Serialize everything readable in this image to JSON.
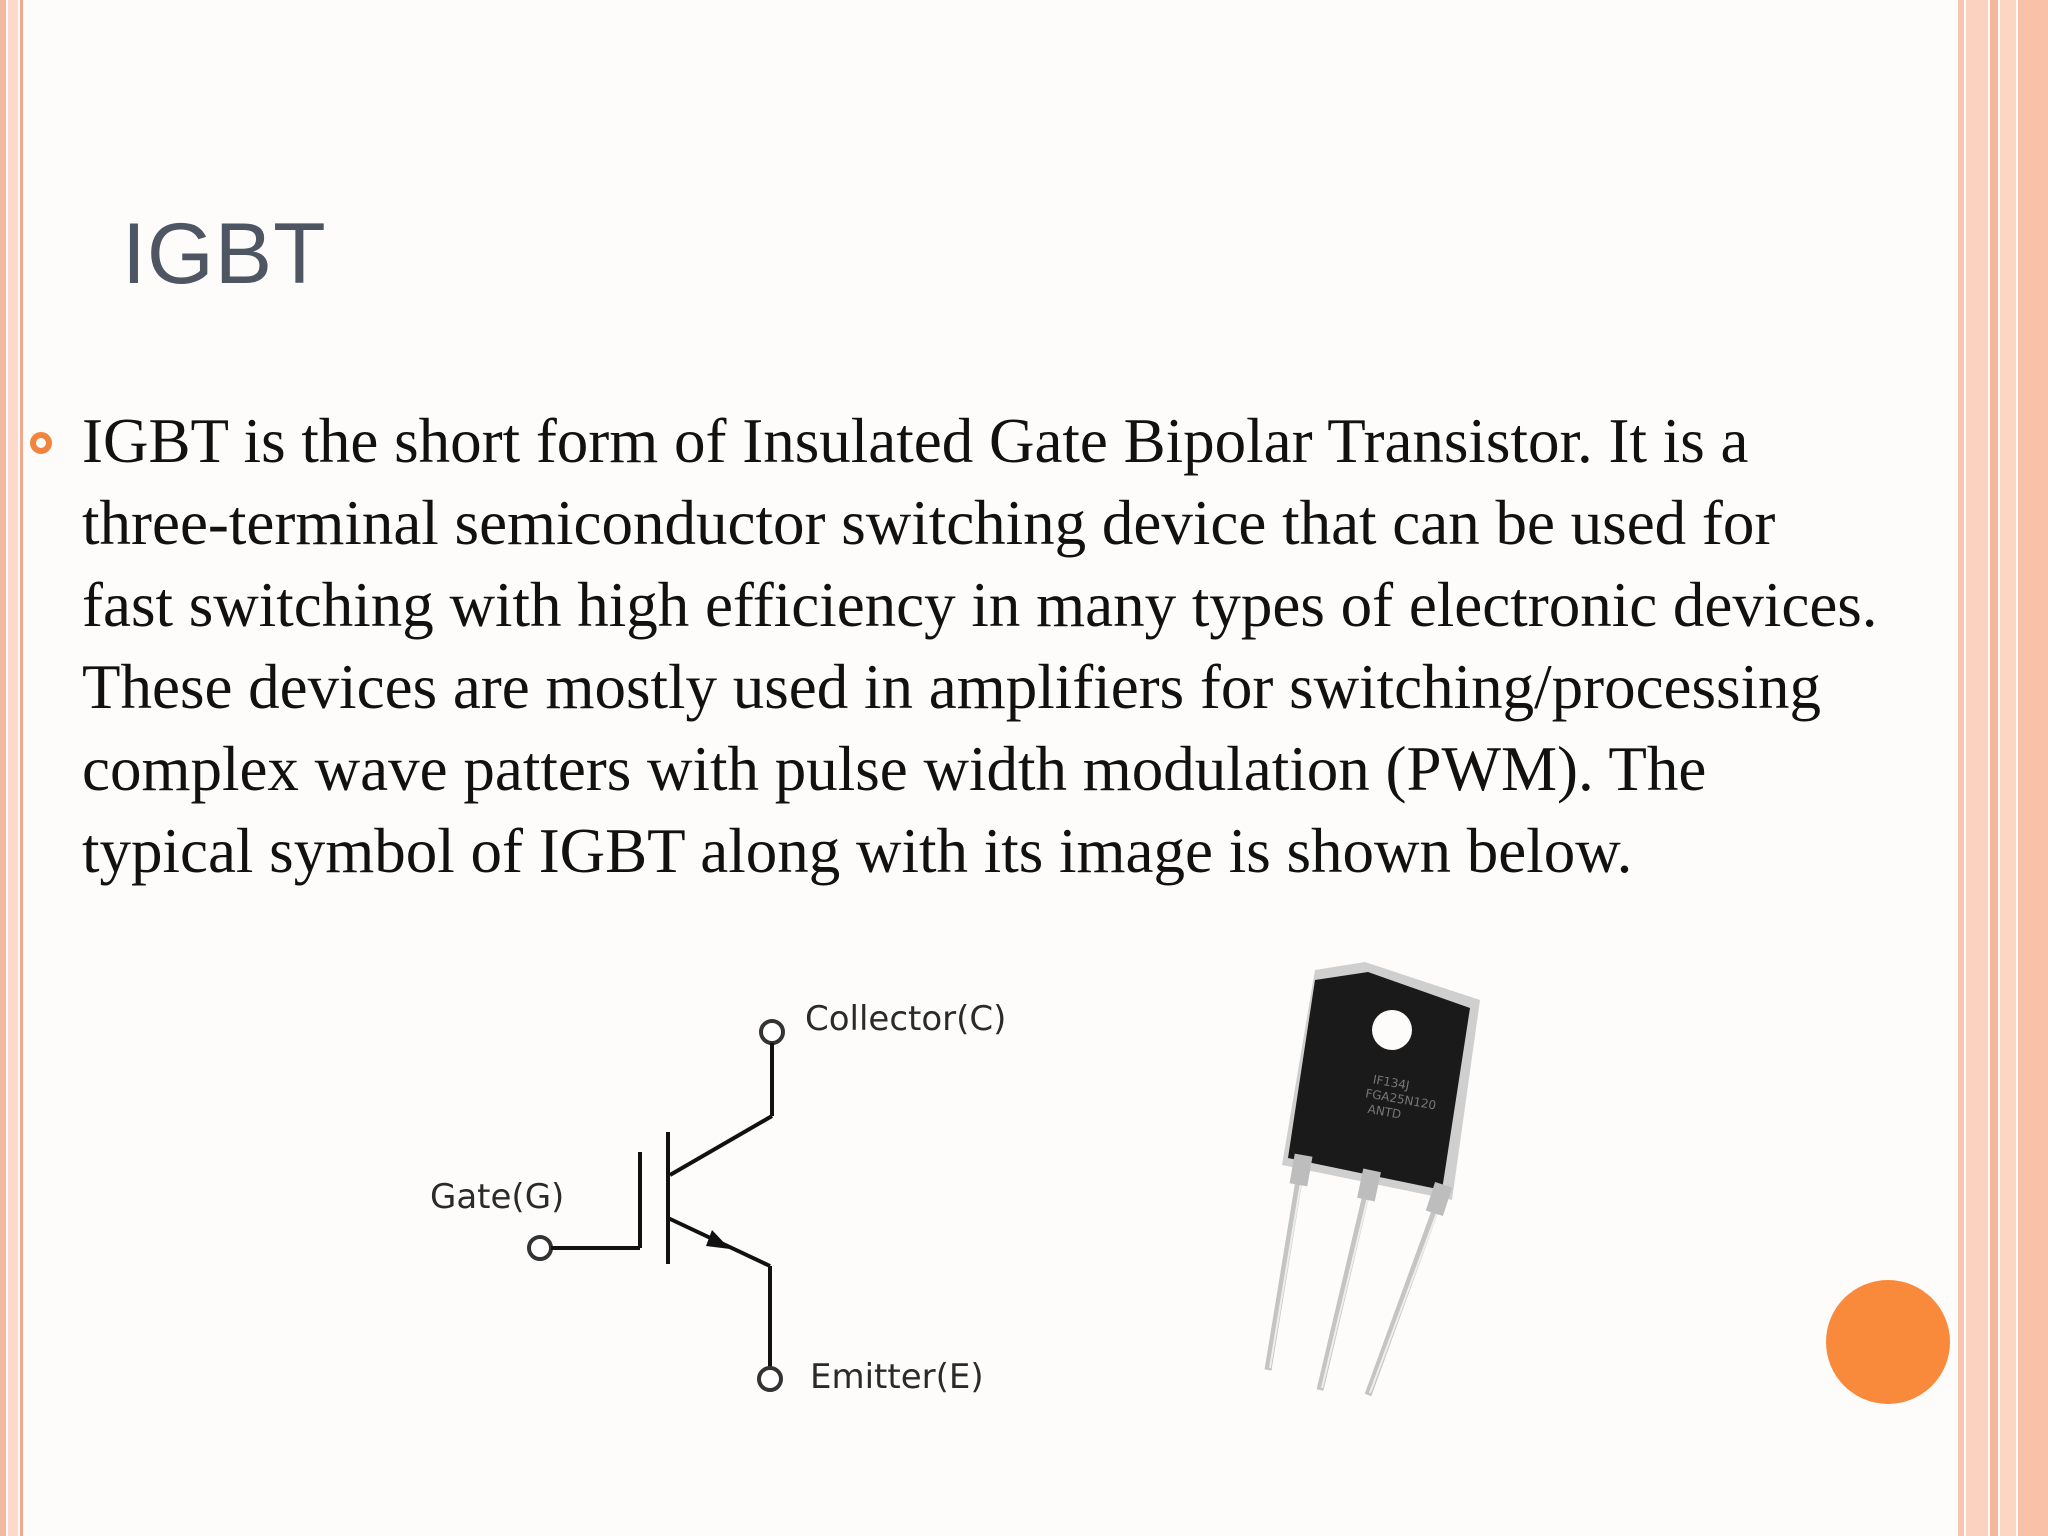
{
  "slide": {
    "title": "IGBT",
    "body_lines": [
      "IGBT is the short form of Insulated Gate Bipolar Transistor. It is a",
      "three-terminal semiconductor switching device that can be used for",
      "fast switching with high efficiency in many types of electronic devices.",
      "These devices are mostly used in amplifiers for switching/processing",
      "complex wave patters with pulse width modulation (PWM). The",
      "typical symbol of IGBT  along with its image is shown below."
    ]
  },
  "symbol": {
    "collector_label": "Collector(C)",
    "gate_label": "Gate(G)",
    "emitter_label": "Emitter(E)"
  },
  "colors": {
    "accent": "#f2853d",
    "title": "#4e5563",
    "stripe": "#f9c1a8"
  }
}
